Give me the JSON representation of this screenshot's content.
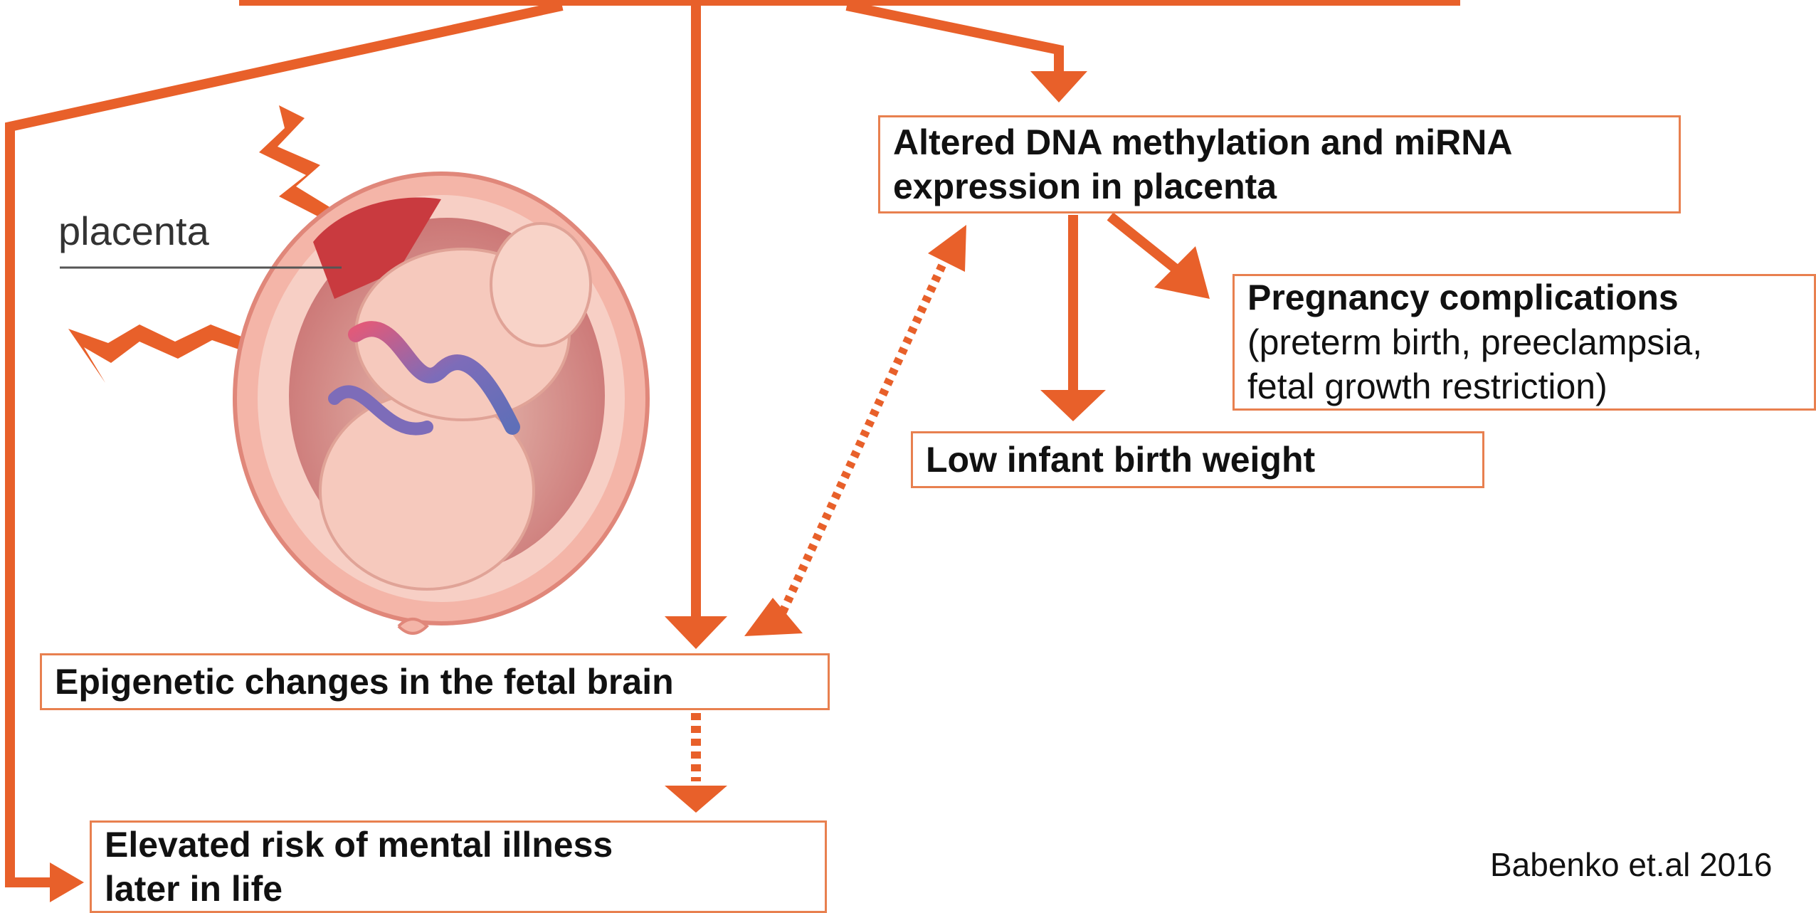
{
  "labels": {
    "placenta": "placenta",
    "citation": "Babenko et.al 2016"
  },
  "boxes": {
    "dna_methylation": {
      "line1": "Altered DNA methylation and miRNA",
      "line2": "expression in placenta"
    },
    "pregnancy_complications": {
      "title": "Pregnancy complications",
      "line2": "(preterm birth, preeclampsia,",
      "line3": "fetal growth restriction)"
    },
    "low_birth_weight": {
      "text": "Low infant birth weight"
    },
    "fetal_brain": {
      "text": "Epigenetic changes in the fetal brain"
    },
    "mental_illness": {
      "line1": "Elevated risk of mental illness",
      "line2": "later in life"
    }
  },
  "colors": {
    "arrow": "#e8602a",
    "box_border": "#e8804f",
    "uterus_outer": "#f2a79a",
    "uterus_inner": "#c93a3f",
    "fetus": "#f6c9bd",
    "cord_blue": "#5f6fb8"
  }
}
